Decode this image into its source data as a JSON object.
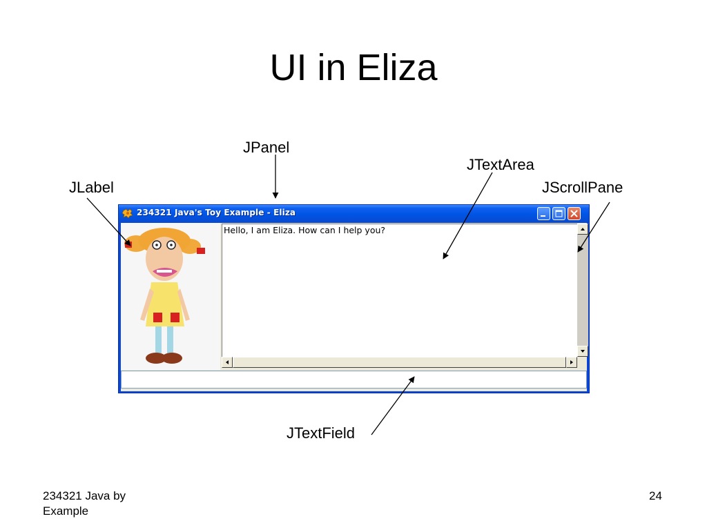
{
  "slide": {
    "title": "UI in Eliza",
    "footer_left_line1": "234321 Java by",
    "footer_left_line2": "Example",
    "page_number": "24"
  },
  "callouts": {
    "jpanel": "JPanel",
    "jtextarea": "JTextArea",
    "jlabel": "JLabel",
    "jscrollpane": "JScrollPane",
    "jtextfield": "JTextField"
  },
  "window": {
    "title": "234321 Java's Toy Example - Eliza",
    "app_icon": "java-cup-icon",
    "controls": [
      "minimize-icon",
      "maximize-icon",
      "close-icon"
    ],
    "label_image": "doll-image",
    "text_area": {
      "content": "Hello, I am Eliza. How can I help you?"
    },
    "text_field": {
      "value": ""
    }
  },
  "colors": {
    "titlebar": "#0054e3",
    "window_border": "#0a46d8",
    "close_button": "#d0482a",
    "panel_background": "#ece9d8"
  }
}
